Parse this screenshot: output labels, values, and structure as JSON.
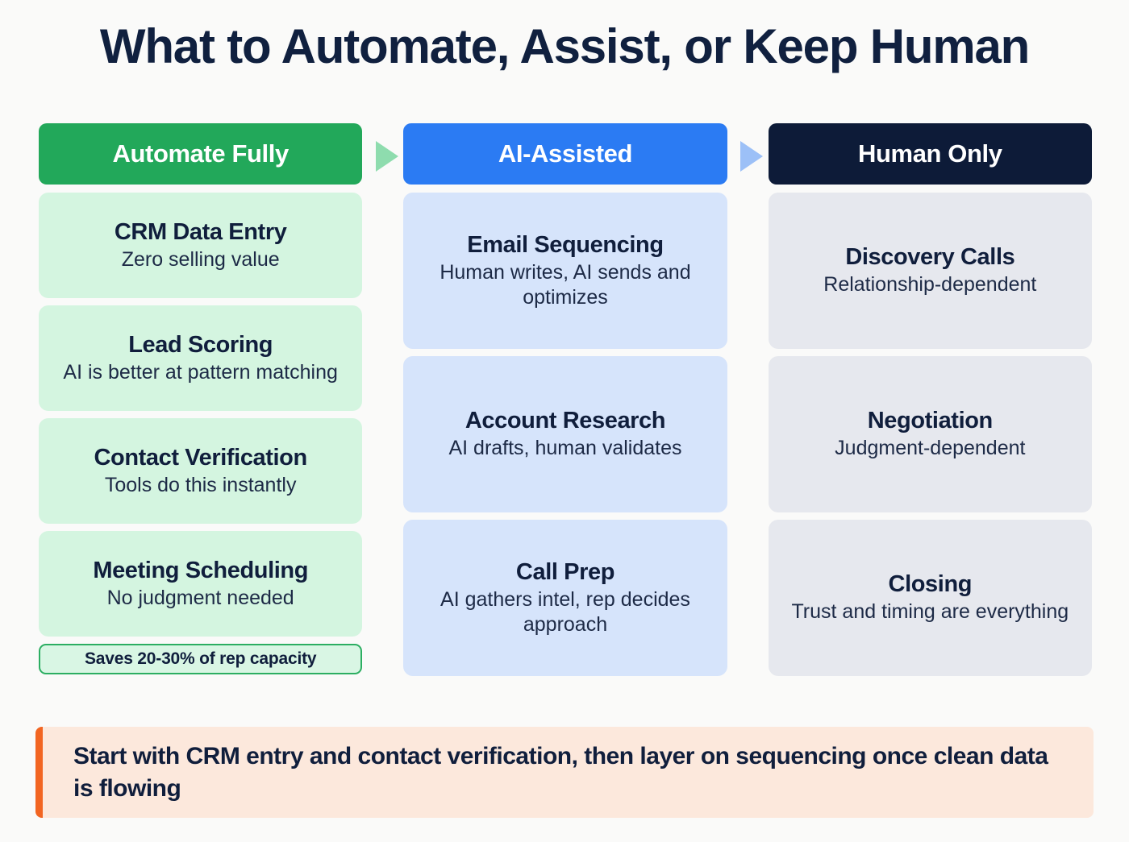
{
  "page": {
    "title": "What to Automate, Assist, or Keep Human",
    "background_color": "#FAFAF9",
    "text_color": "#101E3C"
  },
  "columns": [
    {
      "id": "automate-fully",
      "header": "Automate Fully",
      "header_color": "#22A85A",
      "card_color": "#D4F5E0",
      "arrow_color": "#8EDCAE",
      "cards": [
        {
          "title": "CRM Data Entry",
          "sub": "Zero selling value"
        },
        {
          "title": "Lead Scoring",
          "sub": "AI is better at pattern matching"
        },
        {
          "title": "Contact Verification",
          "sub": "Tools do this instantly"
        },
        {
          "title": "Meeting Scheduling",
          "sub": "No judgment needed"
        }
      ],
      "badge": "Saves 20-30% of rep capacity",
      "badge_border_color": "#2CAE62",
      "badge_fill_color": "#D9F6E4"
    },
    {
      "id": "ai-assisted",
      "header": "AI-Assisted",
      "header_color": "#2B7BF3",
      "card_color": "#D6E4FB",
      "arrow_color": "#9CC0F7",
      "cards": [
        {
          "title": "Email Sequencing",
          "sub": "Human writes, AI sends and optimizes"
        },
        {
          "title": "Account Research",
          "sub": "AI drafts, human validates"
        },
        {
          "title": "Call Prep",
          "sub": "AI gathers intel, rep decides approach"
        }
      ]
    },
    {
      "id": "human-only",
      "header": "Human Only",
      "header_color": "#0D1B38",
      "card_color": "#E6E8EE",
      "cards": [
        {
          "title": "Discovery Calls",
          "sub": "Relationship-dependent"
        },
        {
          "title": "Negotiation",
          "sub": "Judgment-dependent"
        },
        {
          "title": "Closing",
          "sub": "Trust and timing are everything"
        }
      ]
    }
  ],
  "footer": {
    "text": "Start with CRM entry and contact verification, then layer on sequencing once clean data is flowing",
    "accent_color": "#F26522",
    "background_color": "#FCE8DC"
  }
}
